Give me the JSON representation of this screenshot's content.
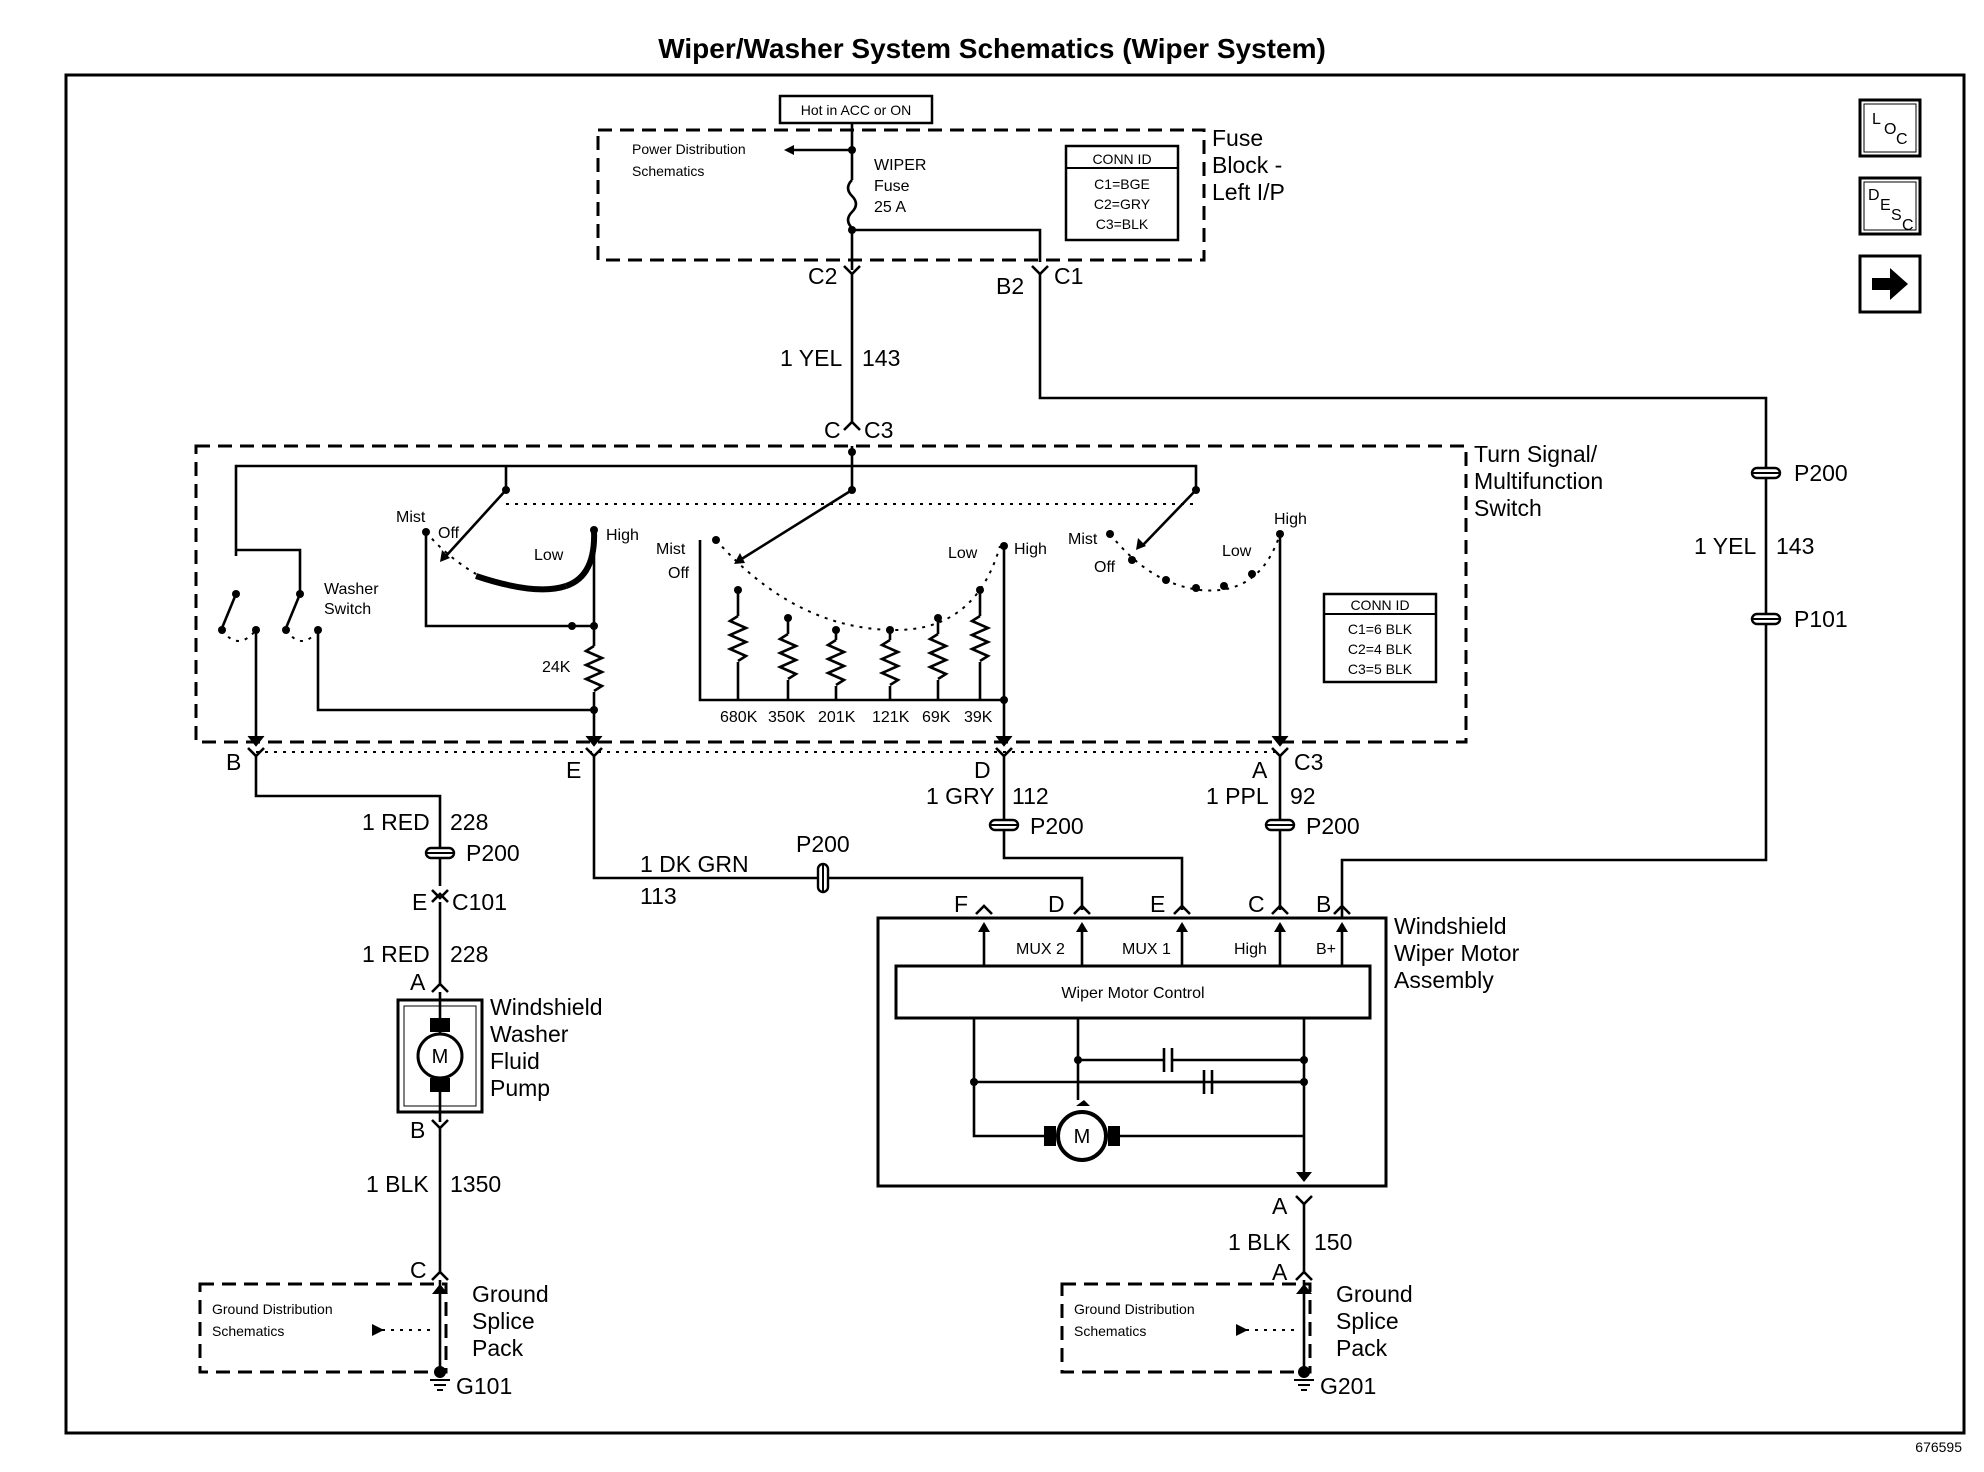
{
  "title": "Wiper/Washer System Schematics (Wiper System)",
  "figure_id": "676595",
  "nav": {
    "loc": "LOC",
    "desc": "DESC",
    "next": "→"
  },
  "fuse_block": {
    "hot_label": "Hot in ACC or ON",
    "power_dist_1": "Power Distribution",
    "power_dist_2": "Schematics",
    "fuse_name": "WIPER",
    "fuse_word": "Fuse",
    "fuse_rating": "25 A",
    "name_1": "Fuse",
    "name_2": "Block -",
    "name_3": "Left I/P",
    "conn_title": "CONN ID",
    "conn": [
      "C1=BGE",
      "C2=GRY",
      "C3=BLK"
    ],
    "term_c2": "C2",
    "term_b2": "B2",
    "term_c1": "C1"
  },
  "wires": {
    "w143_color": "1 YEL",
    "w143_num": "143",
    "w143b_color": "1 YEL",
    "w143b_num": "143",
    "w228a_color": "1 RED",
    "w228a_num": "228",
    "w228b_color": "1 RED",
    "w228b_num": "228",
    "w113_color": "1 DK GRN",
    "w113_num": "113",
    "w112_color": "1 GRY",
    "w112_num": "112",
    "w92_color": "1 PPL",
    "w92_num": "92",
    "w1350_color": "1 BLK",
    "w1350_num": "1350",
    "w150_color": "1 BLK",
    "w150_num": "150"
  },
  "connectors": {
    "p200": "P200",
    "p101": "P101",
    "c101": "C101",
    "c3": "C3"
  },
  "switch": {
    "name_1": "Turn Signal/",
    "name_2": "Multifunction",
    "name_3": "Switch",
    "conn_title": "CONN ID",
    "conn": [
      "C1=6 BLK",
      "C2=4 BLK",
      "C3=5 BLK"
    ],
    "washer_1": "Washer",
    "washer_2": "Switch",
    "mist": "Mist",
    "off": "Off",
    "low": "Low",
    "high": "High",
    "r24k": "24K",
    "resistors": [
      "680K",
      "350K",
      "201K",
      "121K",
      "69K",
      "39K"
    ],
    "pin_c": "C",
    "pin_b": "B",
    "pin_e": "E",
    "pin_d": "D",
    "pin_a": "A"
  },
  "pump": {
    "name_1": "Windshield",
    "name_2": "Washer",
    "name_3": "Fluid",
    "name_4": "Pump",
    "motor": "M",
    "pin_e": "E",
    "pin_a": "A",
    "pin_b": "B",
    "pin_c": "C"
  },
  "wiper_motor": {
    "name_1": "Windshield",
    "name_2": "Wiper Motor",
    "name_3": "Assembly",
    "control": "Wiper Motor Control",
    "mux2": "MUX 2",
    "mux1": "MUX 1",
    "high": "High",
    "bplus": "B+",
    "motor": "M",
    "pin_f": "F",
    "pin_d": "D",
    "pin_e": "E",
    "pin_c": "C",
    "pin_b": "B",
    "pin_a": "A",
    "pin_a2": "A"
  },
  "ground_left": {
    "dist_1": "Ground Distribution",
    "dist_2": "Schematics",
    "name_1": "Ground",
    "name_2": "Splice",
    "name_3": "Pack",
    "ground_id": "G101"
  },
  "ground_right": {
    "dist_1": "Ground Distribution",
    "dist_2": "Schematics",
    "name_1": "Ground",
    "name_2": "Splice",
    "name_3": "Pack",
    "ground_id": "G201"
  }
}
